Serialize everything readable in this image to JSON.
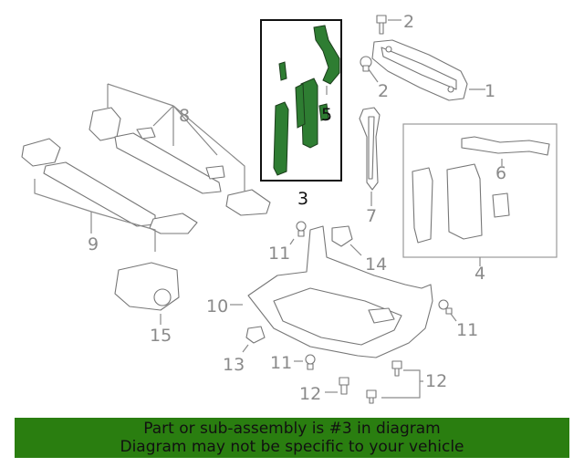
{
  "callouts": {
    "c1": "1",
    "c2a": "2",
    "c2b": "2",
    "c3": "3",
    "c4": "4",
    "c5": "5",
    "c6": "6",
    "c7": "7",
    "c8": "8",
    "c9": "9",
    "c10": "10",
    "c11a": "11",
    "c11b": "11",
    "c11c": "11",
    "c12a": "12",
    "c12b": "12",
    "c13": "13",
    "c14": "14",
    "c15": "15"
  },
  "banner": {
    "line1": "Part or sub-assembly is #3 in diagram",
    "line2": "Diagram may not be specific to your vehicle"
  },
  "colors": {
    "highlight": "#2e7d32",
    "banner": "#2a7e10",
    "callout": "#8a8a8a"
  }
}
